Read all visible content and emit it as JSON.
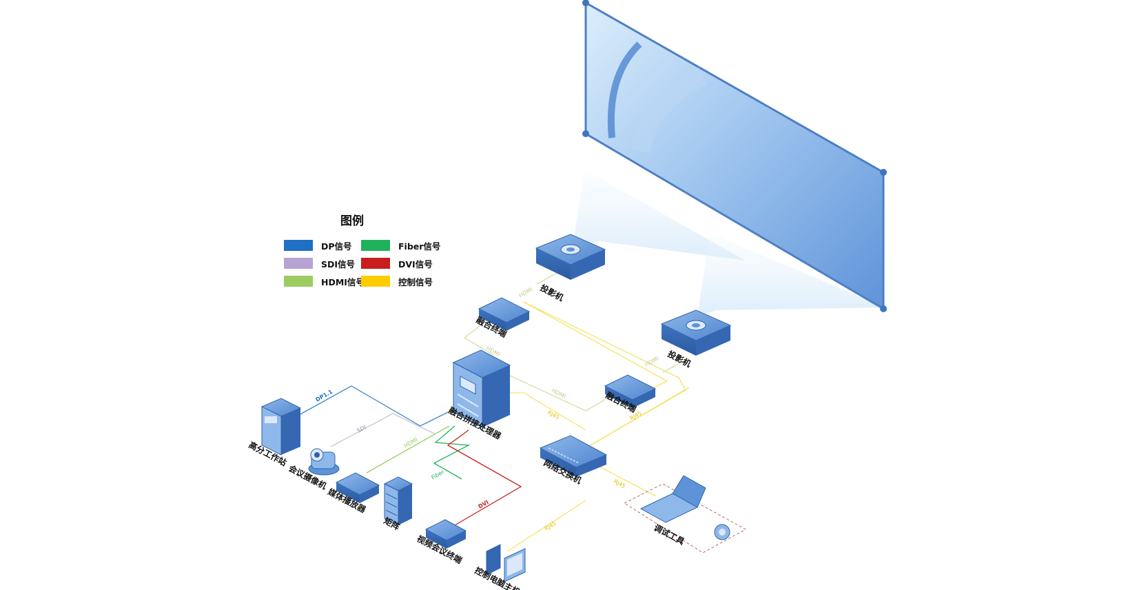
{
  "legend": {
    "title": "图例",
    "items": [
      {
        "label": "DP信号",
        "color": "#1f6fc4"
      },
      {
        "label": "Fiber信号",
        "color": "#1fb25a"
      },
      {
        "label": "SDI信号",
        "color": "#b7a3d3"
      },
      {
        "label": "DVI信号",
        "color": "#c81e1e"
      },
      {
        "label": "HDMI信号",
        "color": "#9ccb5f"
      },
      {
        "label": "控制信号",
        "color": "#ffcc00"
      }
    ]
  },
  "devices": {
    "projector_1": "投影机",
    "projector_2": "投影机",
    "fusion_box_1": "融合终端",
    "fusion_box_2": "融合终端",
    "fusion_processor": "融合拼接处理器",
    "network_switch": "网络交换机",
    "hd_workstation": "高分工作站",
    "conference_camera": "会议摄像机",
    "media_player": "媒体播放器",
    "matrix": "矩阵",
    "video_conf_terminal": "视频会议终端",
    "control_pc": "控制电脑主机",
    "debug_tool": "调试工具"
  },
  "signals": {
    "dp": "DP1.1",
    "sdi": "SDI",
    "hdmi": "HDMI",
    "fiber": "Fiber",
    "dvi": "DVI",
    "rj45": "RJ45"
  }
}
